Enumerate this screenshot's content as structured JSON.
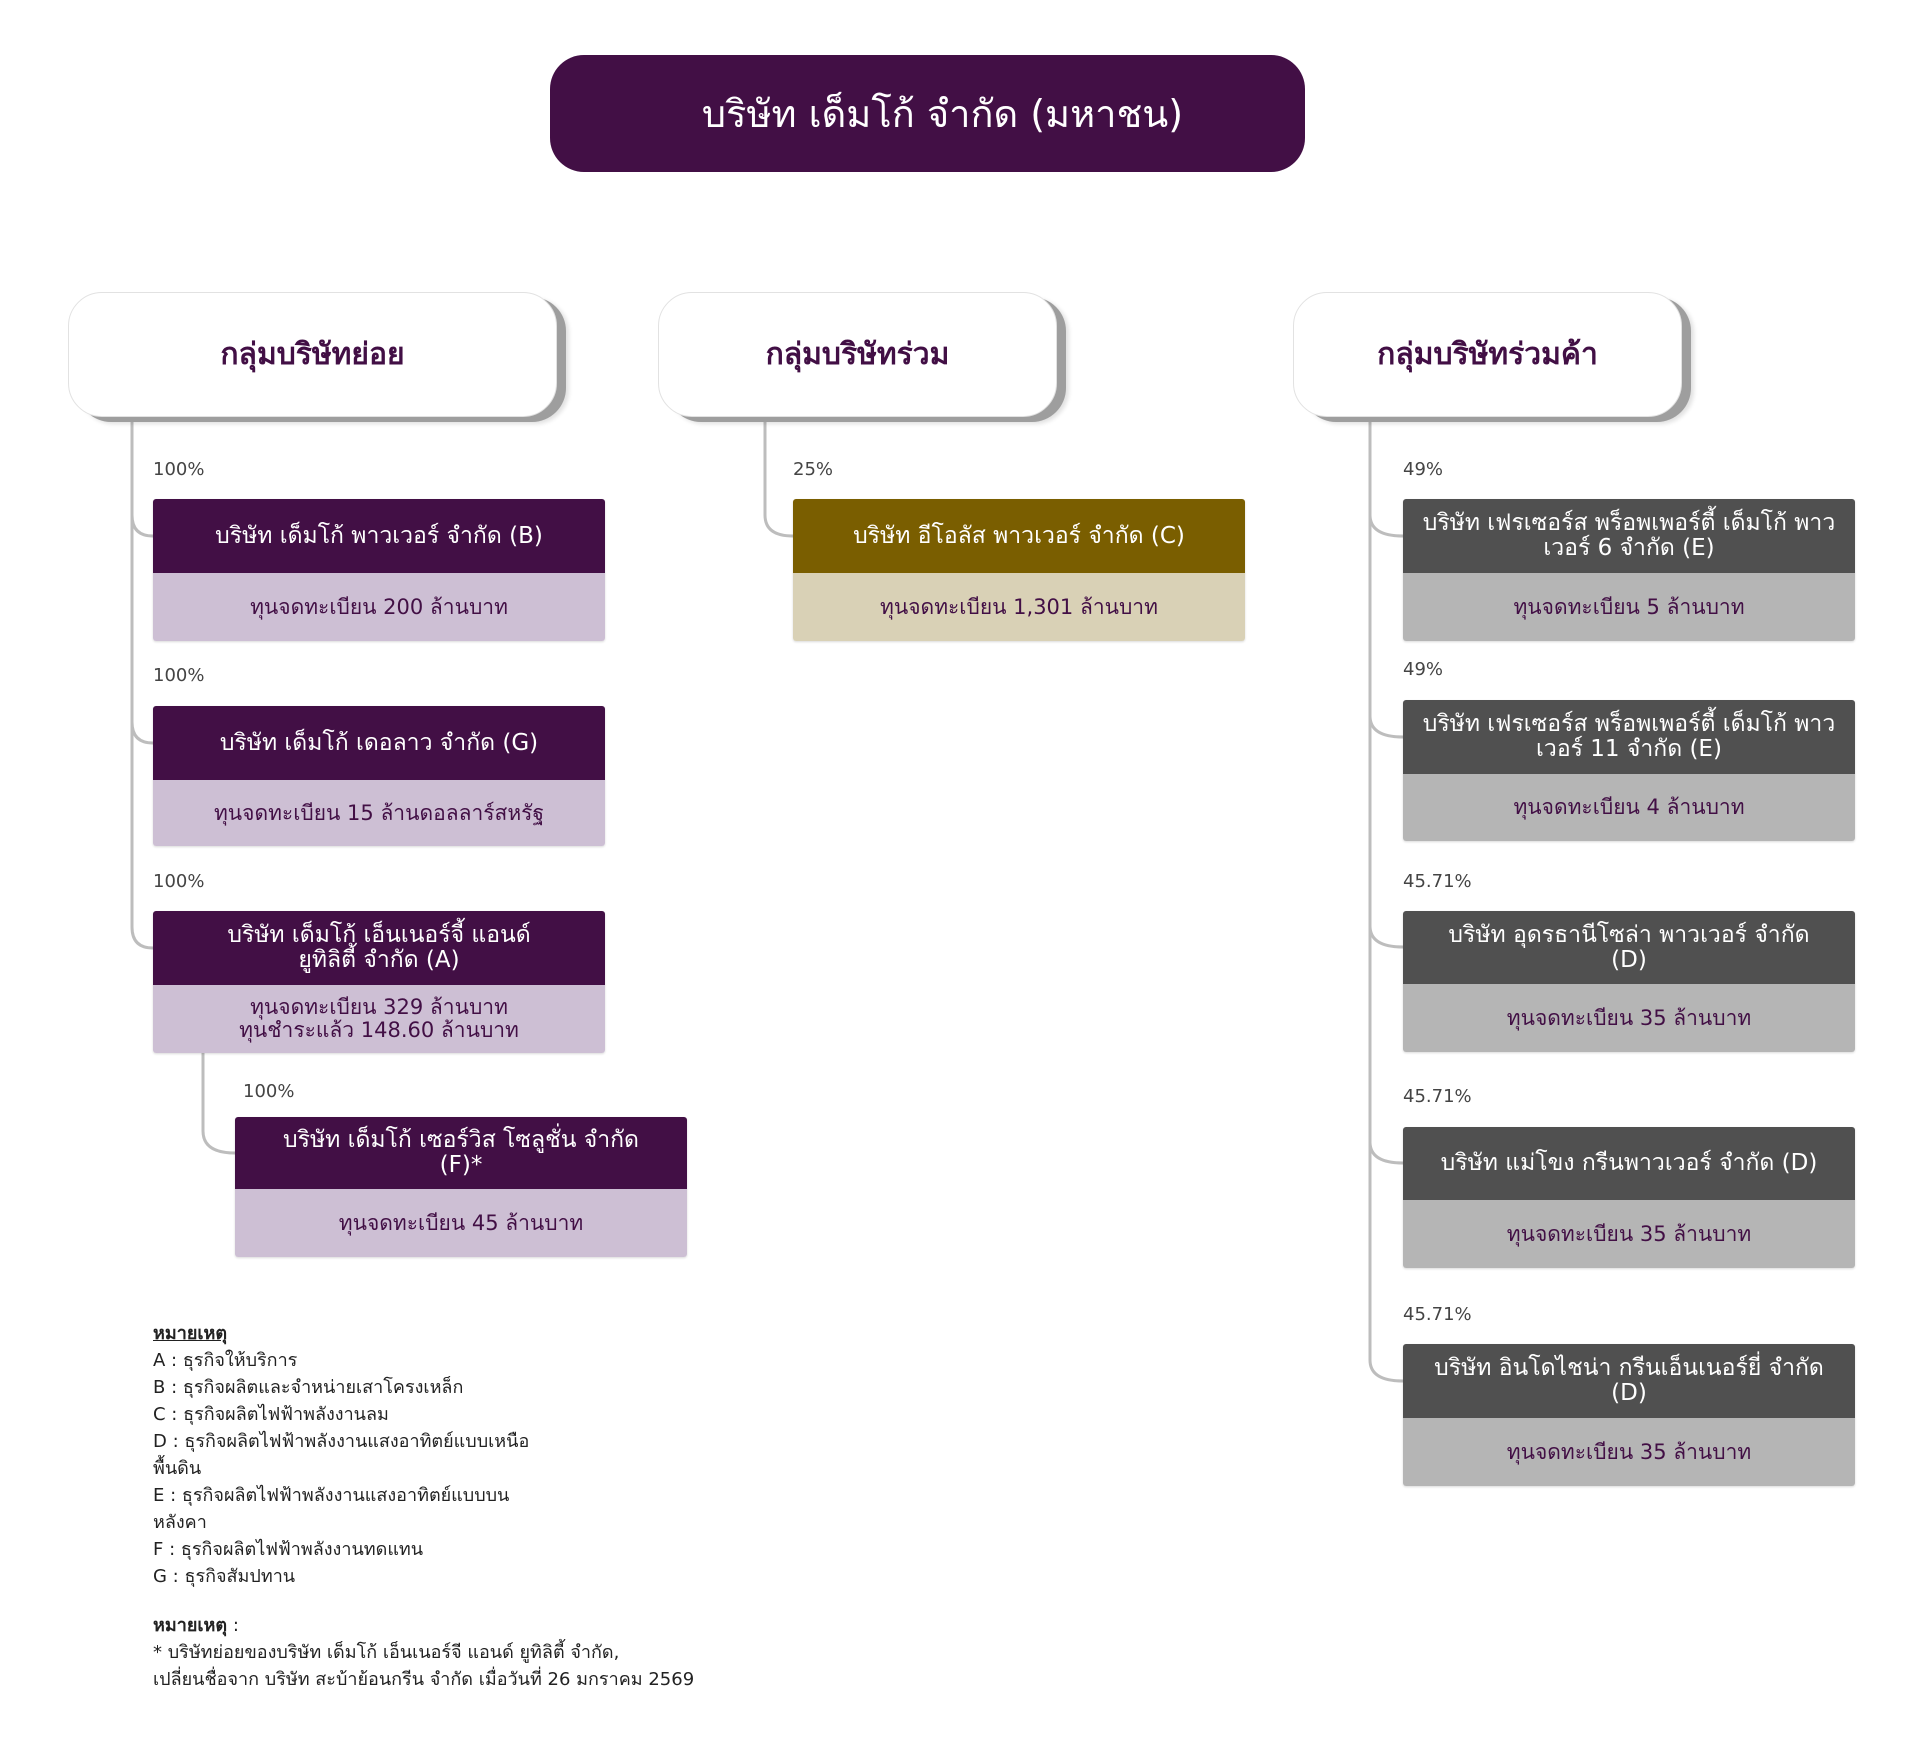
{
  "title": "บริษัท เด็มโก้ จำกัด (มหาชน)",
  "colors": {
    "primary": "#420f45",
    "subsidiary_body": "#cdbfd4",
    "associate_header": "#7a5e00",
    "associate_body": "#d9d1b6",
    "jv_header": "#505050",
    "jv_body": "#b5b5b5",
    "connector": "#bdbdbd"
  },
  "groups": [
    {
      "label": "กลุ่มบริษัทย่อย",
      "companies": [
        {
          "percent": "100%",
          "name": "บริษัท เด็มโก้ พาวเวอร์ จำกัด (B)",
          "capital": [
            "ทุนจดทะเบียน 200 ล้านบาท"
          ]
        },
        {
          "percent": "100%",
          "name": "บริษัท เด็มโก้ เดอลาว จำกัด (G)",
          "capital": [
            "ทุนจดทะเบียน 15 ล้านดอลลาร์สหรัฐ"
          ]
        },
        {
          "percent": "100%",
          "name": "บริษัท เด็มโก้ เอ็นเนอร์จี้ แอนด์ ยูทิลิตี้ จำกัด (A)",
          "capital": [
            "ทุนจดทะเบียน 329 ล้านบาท",
            "ทุนชำระแล้ว 148.60 ล้านบาท"
          ]
        },
        {
          "percent": "100%",
          "name": "บริษัท เด็มโก้ เซอร์วิส โซลูชั่น จำกัด (F)*",
          "capital": [
            "ทุนจดทะเบียน 45 ล้านบาท"
          ]
        }
      ]
    },
    {
      "label": "กลุ่มบริษัทร่วม",
      "companies": [
        {
          "percent": "25%",
          "name": "บริษัท อีโอลัส พาวเวอร์ จำกัด (C)",
          "capital": [
            "ทุนจดทะเบียน 1,301 ล้านบาท"
          ]
        }
      ]
    },
    {
      "label": "กลุ่มบริษัทร่วมค้า",
      "companies": [
        {
          "percent": "49%",
          "name": "บริษัท เฟรเซอร์ส พร็อพเพอร์ตี้ เด็มโก้ พาวเวอร์ 6 จำกัด (E)",
          "capital": [
            "ทุนจดทะเบียน 5 ล้านบาท"
          ]
        },
        {
          "percent": "49%",
          "name": "บริษัท เฟรเซอร์ส พร็อพเพอร์ตี้ เด็มโก้ พาวเวอร์ 11 จำกัด (E)",
          "capital": [
            "ทุนจดทะเบียน 4 ล้านบาท"
          ]
        },
        {
          "percent": "45.71%",
          "name": "บริษัท อุดรธานีโซล่า พาวเวอร์ จำกัด (D)",
          "capital": [
            "ทุนจดทะเบียน 35 ล้านบาท"
          ]
        },
        {
          "percent": "45.71%",
          "name": "บริษัท แม่โขง กรีนพาวเวอร์ จำกัด (D)",
          "capital": [
            "ทุนจดทะเบียน 35 ล้านบาท"
          ]
        },
        {
          "percent": "45.71%",
          "name": "บริษัท อินโดไชน่า กรีนเอ็นเนอร์ยี่ จำกัด (D)",
          "capital": [
            "ทุนจดทะเบียน 35 ล้านบาท"
          ]
        }
      ]
    }
  ],
  "notes": {
    "heading": "หมายเหตุ",
    "items": [
      "A : ธุรกิจให้บริการ",
      "B : ธุรกิจผลิตและจำหน่ายเสาโครงเหล็ก",
      "C : ธุรกิจผลิตไฟฟ้าพลังงานลม",
      "D : ธุรกิจผลิตไฟฟ้าพลังงานแสงอาทิตย์แบบเหนือ",
      "พื้นดิน",
      "E : ธุรกิจผลิตไฟฟ้าพลังงานแสงอาทิตย์แบบบน",
      "หลังคา",
      "F : ธุรกิจผลิตไฟฟ้าพลังงานทดแทน",
      "G : ธุรกิจสัมปทาน"
    ],
    "heading2": "หมายเหตุ",
    "heading2_suffix": " :",
    "footnote": [
      "* บริษัทย่อยของบริษัท เด็มโก้ เอ็นเนอร์จี แอนด์ ยูทิลิตี้ จำกัด,",
      "เปลี่ยนชื่อจาก บริษัท สะบ้าย้อนกรีน จำกัด เมื่อวันที่ 26 มกราคม 2569"
    ]
  }
}
